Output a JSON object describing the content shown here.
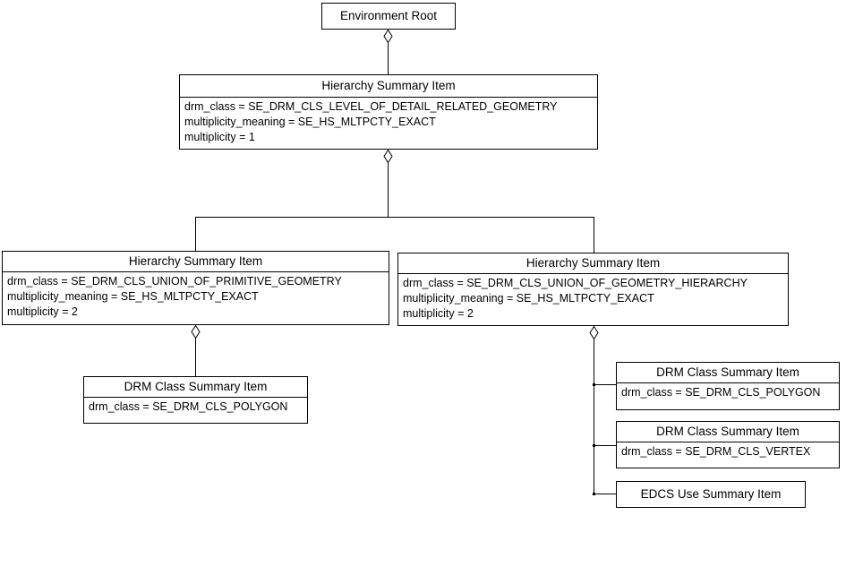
{
  "diagram": {
    "kind": "uml-object-aggregation-diagram",
    "colors": {
      "background": "#ffffff",
      "node_fill": "#ffffff",
      "line": "#000000",
      "text": "#000000"
    },
    "nodes": {
      "environment_root": {
        "title": "Environment Root"
      },
      "hs_top": {
        "title": "Hierarchy Summary Item",
        "attrs": [
          "drm_class = SE_DRM_CLS_LEVEL_OF_DETAIL_RELATED_GEOMETRY",
          "multiplicity_meaning = SE_HS_MLTPCTY_EXACT",
          "multiplicity = 1"
        ]
      },
      "hs_left": {
        "title": "Hierarchy Summary Item",
        "attrs": [
          "drm_class = SE_DRM_CLS_UNION_OF_PRIMITIVE_GEOMETRY",
          "multiplicity_meaning = SE_HS_MLTPCTY_EXACT",
          "multiplicity = 2"
        ]
      },
      "hs_right": {
        "title": "Hierarchy Summary Item",
        "attrs": [
          "drm_class = SE_DRM_CLS_UNION_OF_GEOMETRY_HIERARCHY",
          "multiplicity_meaning = SE_HS_MLTPCTY_EXACT",
          "multiplicity = 2"
        ]
      },
      "drm_left_polygon": {
        "title": "DRM Class Summary Item",
        "attrs": [
          "drm_class = SE_DRM_CLS_POLYGON"
        ]
      },
      "drm_right_polygon": {
        "title": "DRM Class Summary Item",
        "attrs": [
          "drm_class = SE_DRM_CLS_POLYGON"
        ]
      },
      "drm_right_vertex": {
        "title": "DRM Class Summary Item",
        "attrs": [
          "drm_class = SE_DRM_CLS_VERTEX"
        ]
      },
      "edcs_use": {
        "title": "EDCS Use Summary Item"
      }
    }
  }
}
